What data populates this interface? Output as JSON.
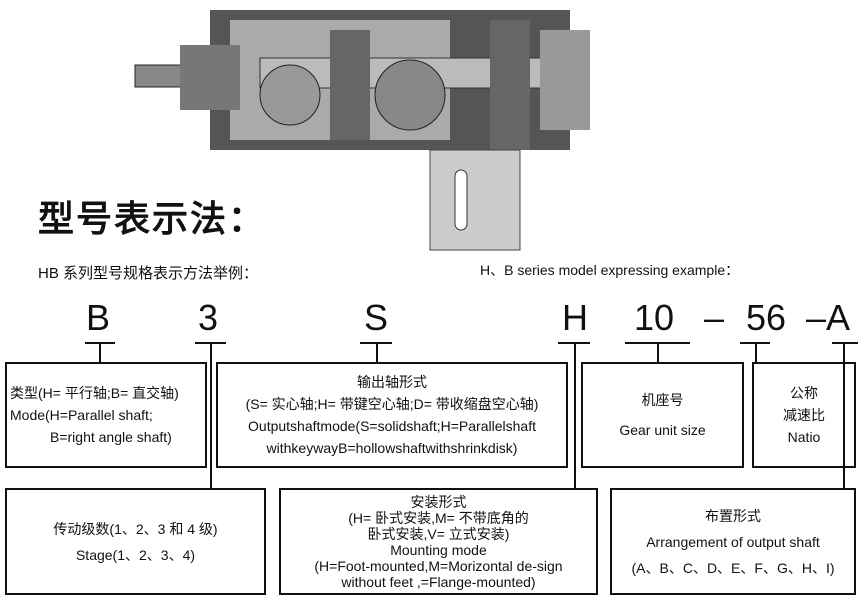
{
  "heading": "型号表示法：",
  "example_cn": "HB 系列型号规格表示方法举例：",
  "example_en": "H、B series model expressing example：",
  "codes": [
    "B",
    "3",
    "S",
    "H",
    "10",
    "–",
    "56",
    "–A"
  ],
  "boxes": {
    "type": [
      "类型(H= 平行轴;B= 直交轴)",
      "Mode(H=Parallel shaft;",
      "B=right angle shaft)"
    ],
    "output": [
      "输出轴形式",
      "(S= 实心轴;H= 带键空心轴;D= 带收缩盘空心轴)",
      "Outputshaftmode(S=solidshaft;H=Parallelshaft",
      "withkeywayB=hollowshaftwithshrinkdisk)"
    ],
    "size": [
      "机座号",
      "Gear unit size"
    ],
    "ratio": [
      "公称",
      "减速比",
      "Natio"
    ],
    "stage": [
      "传动级数(1、2、3 和 4 级)",
      "Stage(1、2、3、4)"
    ],
    "mounting": [
      "安装形式",
      "(H= 卧式安装,M= 不带底角的",
      "卧式安装,V= 立式安装)",
      "Mounting mode",
      "(H=Foot-mounted,M=Morizontal de-sign",
      "without feet ,=Flange-mounted)"
    ],
    "arrangement": [
      "布置形式",
      "Arrangement of output shaft",
      "(A、B、C、D、E、F、G、H、I)"
    ]
  }
}
